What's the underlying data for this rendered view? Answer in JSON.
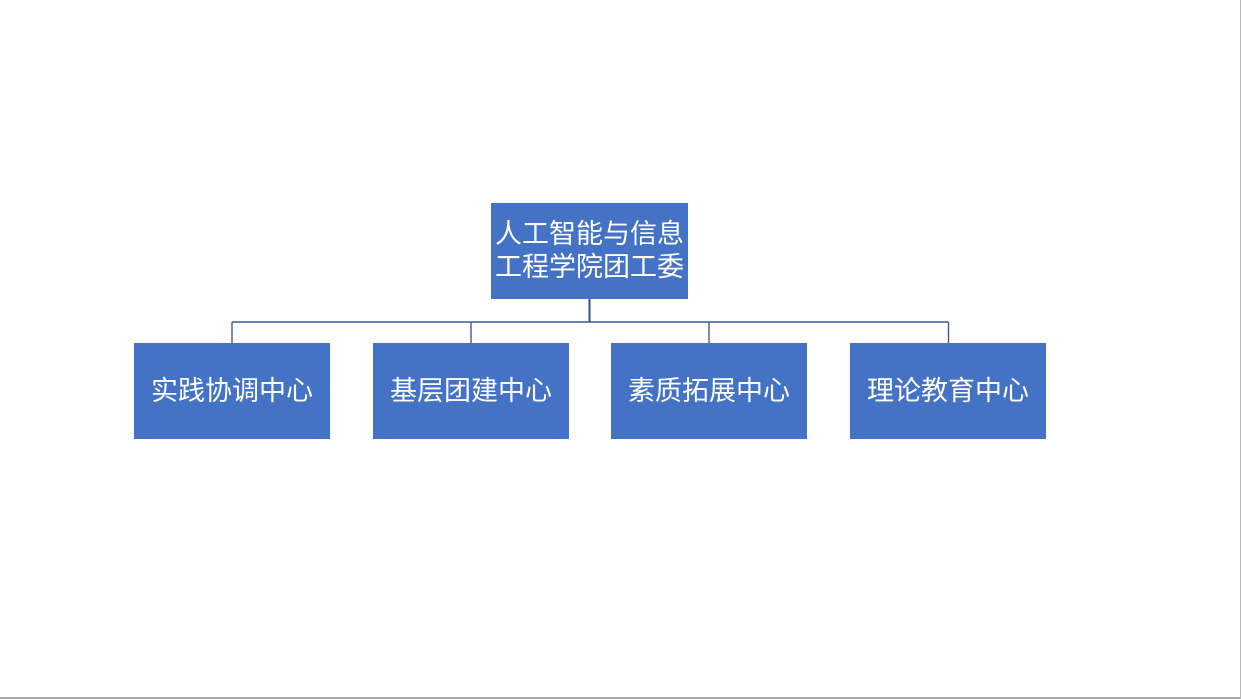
{
  "diagram": {
    "type": "org-chart",
    "root": {
      "label": "人工智能与信息工程学院团工委"
    },
    "children": [
      {
        "label": "实践协调中心"
      },
      {
        "label": "基层团建中心"
      },
      {
        "label": "素质拓展中心"
      },
      {
        "label": "理论教育中心"
      }
    ]
  },
  "colors": {
    "node_fill": "#4472C4",
    "node_text": "#FFFFFF",
    "connector": "#3C5C95",
    "frame_border": "#B7B7B7",
    "background": "#FFFFFF"
  }
}
